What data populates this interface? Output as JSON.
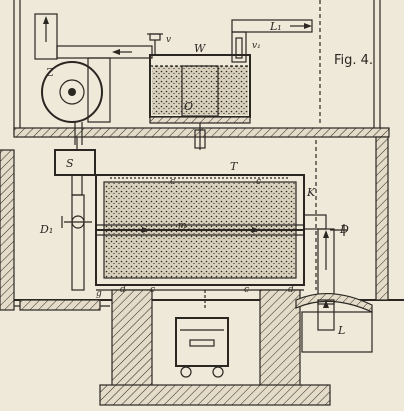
{
  "figure": {
    "title": "Fig. 4."
  },
  "labels": {
    "Z": "Z",
    "W": "W",
    "v": "v",
    "v1": "v₁",
    "L1": "L₁",
    "O": "O",
    "S": "S",
    "T": "T",
    "c": "c",
    "K": "K",
    "D": "D",
    "D1": "D₁",
    "m": "m",
    "g": "g",
    "d": "d",
    "L": "L"
  },
  "colors": {
    "paper": "#efe9da",
    "ink": "#2a2722"
  }
}
